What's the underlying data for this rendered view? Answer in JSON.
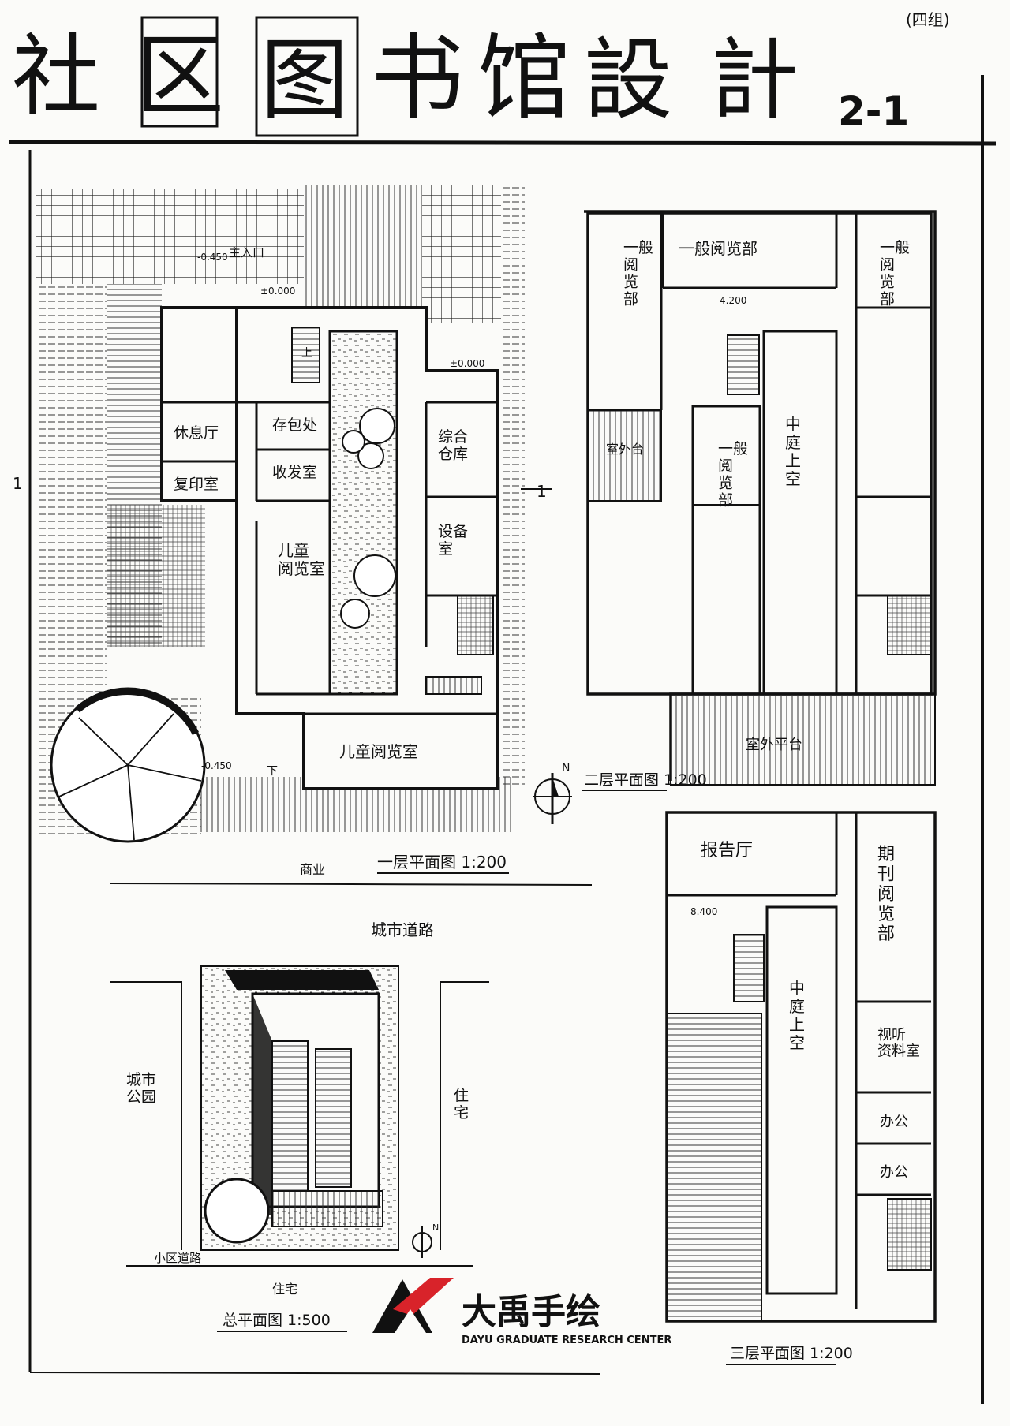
{
  "title": {
    "chars": [
      "社",
      "区",
      "图",
      "书",
      "馆",
      "設",
      "計"
    ],
    "number": "2-1",
    "corner_note": "(四组)"
  },
  "plan1": {
    "caption": "一层平面图 1:200",
    "rooms": {
      "rest": "休息厅",
      "copy": "复印室",
      "bag": "存包处",
      "receive": "收发室",
      "kids": "儿童\n阅览室",
      "kids2": "儿童阅览室",
      "storage": "综合\n仓库",
      "equip": "设备\n室",
      "shop": "商业",
      "entrance": "主入口"
    },
    "levels": {
      "l1": "±0.000",
      "l2": "±0.000",
      "l3": "-0.450",
      "l4": "-0.450"
    },
    "stair_up": "上",
    "stair_down": "下",
    "section_mark": "1"
  },
  "plan2": {
    "caption": "二层平面图 1:200",
    "rooms": {
      "general_top": "一般阅览部",
      "general_left": "一般\n阅\n览\n部",
      "general_mid": "一般\n\n阅\n览\n部",
      "general_right": "一般\n\n阅\n览\n部",
      "atrium": "中\n庭\n上\n空",
      "terrace_left": "室外台",
      "terrace_bottom": "室外平台"
    },
    "levels": {
      "l1": "4.200"
    }
  },
  "plan3": {
    "caption": "三层平面图 1:200",
    "rooms": {
      "lecture": "报告厅",
      "periodical": "期\n刊\n阅\n览\n部",
      "av": "视听\n资料室",
      "office1": "办公",
      "office2": "办公",
      "atrium": "中\n庭\n上\n空"
    },
    "levels": {
      "l1": "8.400"
    }
  },
  "site": {
    "caption": "总平面图 1:500",
    "road_top": "城市道路",
    "park": "城市\n公园",
    "housing_right": "住\n宅",
    "road_bottom": "小区道路",
    "housing_bottom": "住宅"
  },
  "logo": {
    "name": "大禹手绘",
    "subtitle": "DAYU GRADUATE RESEARCH CENTER"
  },
  "colors": {
    "ink": "#111111",
    "paper": "#fbfbf9",
    "logo_red": "#d8232a"
  }
}
